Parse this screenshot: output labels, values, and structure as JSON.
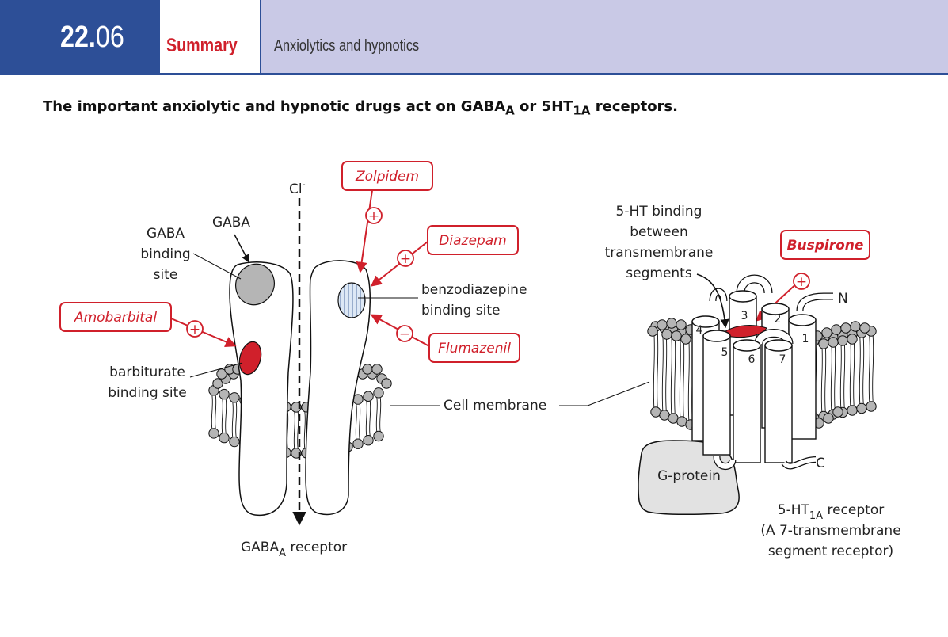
{
  "header": {
    "number_major": "22.",
    "number_minor": "06",
    "section": "Summary",
    "topic": "Anxiolytics and hypnotics"
  },
  "subtitle": {
    "part1": "The important anxiolytic and hypnotic drugs act on GABA",
    "sub1": "A",
    "part2": " or 5HT",
    "sub2": "1A",
    "part3": " receptors."
  },
  "gaba_receptor": {
    "ion": "Cl",
    "ion_charge": "-",
    "gaba": "GABA",
    "gaba_binding_site": [
      "GABA",
      "binding",
      "site"
    ],
    "barbiturate_site": [
      "barbiturate",
      "binding site"
    ],
    "benzodiazepine_site": [
      "benzodiazepine",
      "binding site"
    ],
    "caption_main": "GABA",
    "caption_sub": "A",
    "caption_rest": " receptor"
  },
  "drugs": {
    "zolpidem": "Zolpidem",
    "diazepam": "Diazepam",
    "amobarbital": "Amobarbital",
    "flumazenil": "Flumazenil",
    "buspirone": "Buspirone"
  },
  "signs": {
    "plus": "+",
    "minus": "−"
  },
  "membrane_label": "Cell membrane",
  "ht_receptor": {
    "binding_label": [
      "5-HT binding",
      "between",
      "transmembrane",
      "segments"
    ],
    "segments": [
      "1",
      "2",
      "3",
      "4",
      "5",
      "6",
      "7"
    ],
    "n_term": "N",
    "c_term": "C",
    "g_protein": "G-protein",
    "caption_main": "5-HT",
    "caption_sub": "1A",
    "caption_rest": " receptor",
    "caption_lines": [
      "(A 7-transmembrane",
      "segment receptor)"
    ]
  },
  "colors": {
    "accent_red": "#d0202b",
    "header_blue": "#2d4f97",
    "header_lilac": "#c9c9e6",
    "head_grey": "#b5b5b5"
  }
}
